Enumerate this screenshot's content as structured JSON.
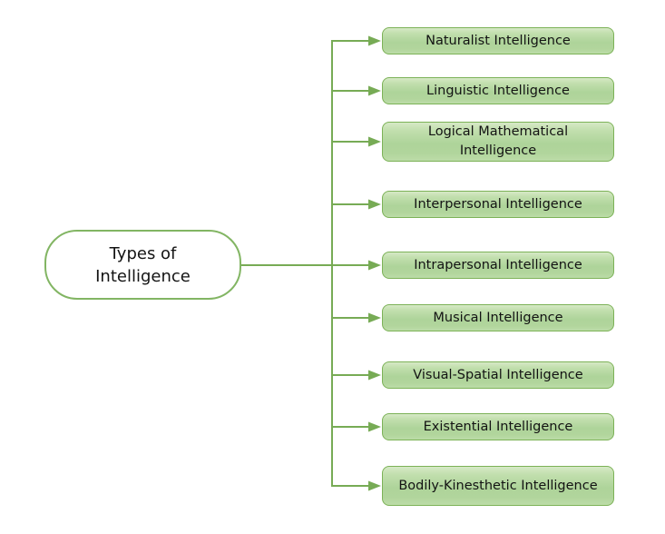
{
  "diagram": {
    "type": "mind-map",
    "root": {
      "label": "Types of Intelligence"
    },
    "branches": [
      {
        "id": "naturalist",
        "label": "Naturalist Intelligence"
      },
      {
        "id": "linguistic",
        "label": "Linguistic Intelligence"
      },
      {
        "id": "logical-mathematical",
        "label": "Logical Mathematical Intelligence"
      },
      {
        "id": "interpersonal",
        "label": "Interpersonal Intelligence"
      },
      {
        "id": "intrapersonal",
        "label": "Intrapersonal Intelligence"
      },
      {
        "id": "musical",
        "label": "Musical Intelligence"
      },
      {
        "id": "visual-spatial",
        "label": "Visual-Spatial Intelligence"
      },
      {
        "id": "existential",
        "label": "Existential Intelligence"
      },
      {
        "id": "bodily-kinesthetic",
        "label": "Bodily-Kinesthetic Intelligence"
      }
    ],
    "colors": {
      "connector": "#77ab55",
      "branch_border": "#7cb257",
      "branch_fill_top": "#d6e9c6",
      "branch_fill_mid": "#aed49a",
      "branch_fill_bottom": "#bcdca8",
      "root_border": "#82b563",
      "root_fill": "#ffffff",
      "text": "#131313",
      "background": "#ffffff"
    }
  }
}
